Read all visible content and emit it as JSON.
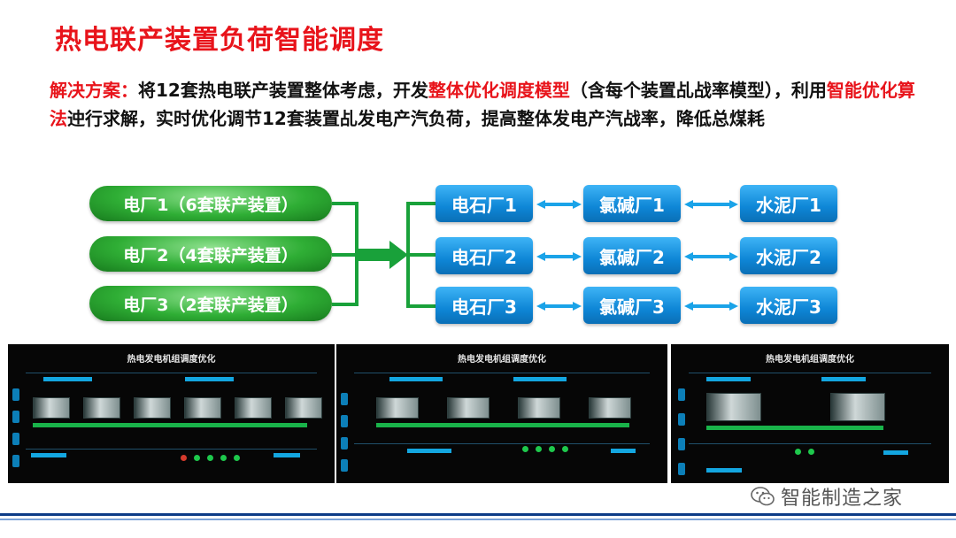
{
  "title": "热电联产装置负荷智能调度",
  "solution": {
    "label": "解决方案：",
    "p1": "将12套热电联产装置整体考虑，开发",
    "h1": "整体优化调度模型",
    "p2": "（含每个装置乩战率模型），利用",
    "h2": "智能优化算法",
    "p3": "迚行求解，实时优化调节12套装置乩发电产汽负荷，提高整体发电产汽战率，降低总煤耗"
  },
  "plants": [
    "电厂1（6套联产装置）",
    "电厂2（4套联产装置）",
    "电厂3（2套联产装置）"
  ],
  "factories": [
    [
      "电石厂1",
      "氯碱厂1",
      "水泥厂1"
    ],
    [
      "电石厂2",
      "氯碱厂2",
      "水泥厂2"
    ],
    [
      "电石厂3",
      "氯碱厂3",
      "水泥厂3"
    ]
  ],
  "dashboards": [
    {
      "title": "热电发电机组调度优化"
    },
    {
      "title": "热电发电机组调度优化"
    },
    {
      "title": "热电发电机组调度优化"
    }
  ],
  "watermark": "智能制造之家",
  "colors": {
    "title_red": "#e8141b",
    "plant_green": "#2fae35",
    "factory_blue": "#0e86d6",
    "arrow_blue": "#1aa3e8",
    "connector_green": "#19a13a"
  }
}
